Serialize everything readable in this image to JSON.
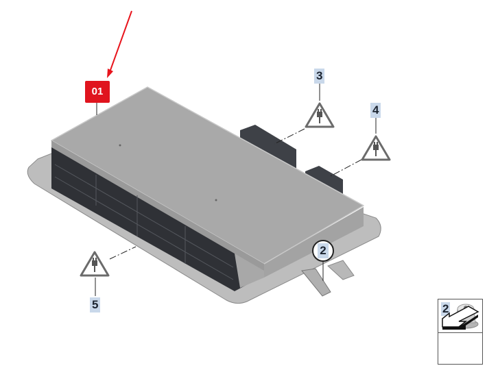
{
  "diagram": {
    "main_part_label": "01",
    "callouts": [
      {
        "id": "3",
        "icon": "electrical-connector-warning-icon"
      },
      {
        "id": "4",
        "icon": "electrical-connector-warning-icon"
      },
      {
        "id": "5",
        "icon": "electrical-connector-warning-icon"
      },
      {
        "id": "2",
        "icon": "fastener-nut"
      }
    ],
    "legend": {
      "part_number": "2",
      "icons": [
        "collar-nut-icon",
        "tightening-direction-arrow-icon"
      ]
    },
    "colors": {
      "highlight": "#e0141e",
      "label_bg": "#c9d8ea",
      "arrow": "#e8141c"
    }
  }
}
